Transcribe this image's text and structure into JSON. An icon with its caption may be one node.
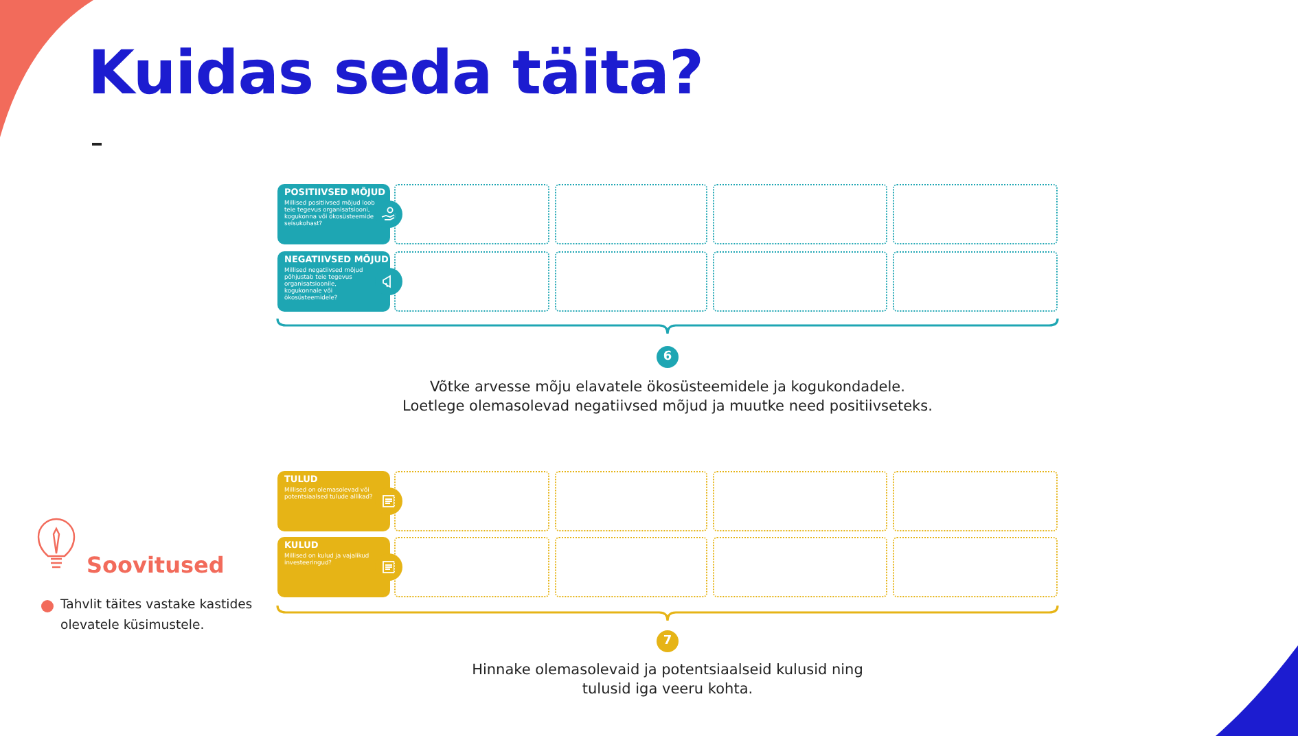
{
  "diagram": {
    "title": "Kuidas seda täita?",
    "nodes": [
      {
        "text": [
          "POSITIIVSED MÕJUD",
          "Millised positiivsed mõjud loob teie tegevus organisatsiooni, kogukonna või ökosüsteemide seisukohast?"
        ]
      },
      {
        "text": [],
        "shape": "box"
      },
      {
        "text": [],
        "shape": "box"
      },
      {
        "text": [],
        "shape": "box"
      },
      {
        "text": [],
        "shape": "box"
      },
      {
        "text": [
          "NEGATIIVSED MÕJUD",
          "Millised negatiivsed mõjud põhjustab teie tegevus organisatsioonile, kogukonnale või ökosüsteemidele?"
        ]
      },
      {
        "text": [],
        "shape": "box"
      },
      {
        "text": [],
        "shape": "box"
      },
      {
        "text": [],
        "shape": "box"
      },
      {
        "text": [],
        "shape": "box"
      },
      {
        "text": [
          "6"
        ],
        "beside": [
          "Võtke arvesse mõju elavatele ökosüsteemidele ja kogukondadele. Loetlege olemasolevad negatiivsed mõjud ja muutke need positiivseteks."
        ]
      },
      {
        "text": [
          "TULUD",
          "Millised on olemasolevad või potentsiaalsed tulude allikad?"
        ]
      },
      {
        "text": [],
        "shape": "box"
      },
      {
        "text": [],
        "shape": "box"
      },
      {
        "text": [],
        "shape": "box"
      },
      {
        "text": [],
        "shape": "box"
      },
      {
        "text": [
          "KULUD",
          "Millised on kulud ja vajalikud investeeringud?"
        ]
      },
      {
        "text": [],
        "shape": "box"
      },
      {
        "text": [],
        "shape": "box"
      },
      {
        "text": [],
        "shape": "box"
      },
      {
        "text": [],
        "shape": "box"
      },
      {
        "text": [
          "7"
        ],
        "beside": [
          "Hinnake olemasolevaid ja potentsiaalseid kulusid ning tulusid iga veeru kohta."
        ]
      }
    ],
    "labels": [
      "Soovitused",
      "Tahvlit täites vastake kastides olevatele küsimustele."
    ]
  }
}
